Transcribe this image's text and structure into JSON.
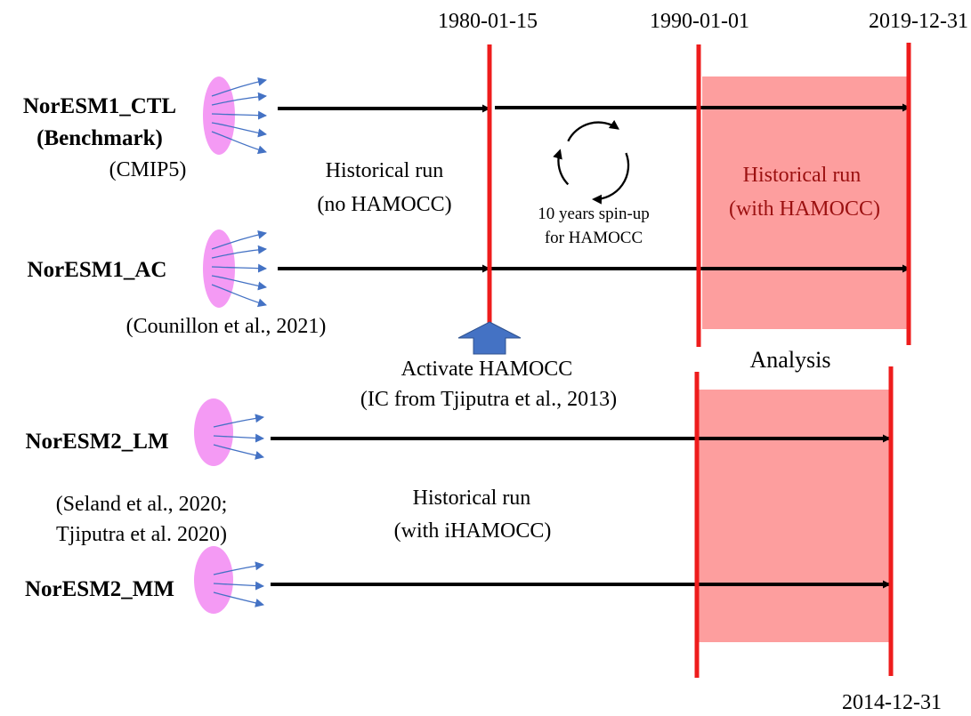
{
  "dates": {
    "d1980": "1980-01-15",
    "d1990": "1990-01-01",
    "d2019": "2019-12-31",
    "d2014": "2014-12-31"
  },
  "models": {
    "ctl": {
      "name": "NorESM1_CTL",
      "tag": "(Benchmark)",
      "ref": "(CMIP5)"
    },
    "ac": {
      "name": "NorESM1_AC",
      "ref": "(Counillon et al., 2021)"
    },
    "lm": {
      "name": "NorESM2_LM",
      "ref_line1": "(Seland et al., 2020;",
      "ref_line2": "Tjiputra et al. 2020)"
    },
    "mm": {
      "name": "NorESM2_MM"
    }
  },
  "labels": {
    "hist_no_line1": "Historical run",
    "hist_no_line2": "(no HAMOCC)",
    "spinup_line1": "10 years spin-up",
    "spinup_line2": "for HAMOCC",
    "hist_with_line1": "Historical run",
    "hist_with_line2": "(with HAMOCC)",
    "activate_line1": "Activate HAMOCC",
    "activate_line2": "(IC from Tjiputra et al., 2013)",
    "analysis": "Analysis",
    "hist_i_line1": "Historical run",
    "hist_i_line2": "(with iHAMOCC)"
  },
  "colors": {
    "timeline_red": "#ee1c1c",
    "analysis_fill": "#fd9e9e",
    "ensemble_fill": "#f49af4",
    "ensemble_arrow": "#4472c4",
    "activate_arrow": "#4472c4",
    "run_arrow": "#000000",
    "analysis_label": "#9b1010"
  }
}
